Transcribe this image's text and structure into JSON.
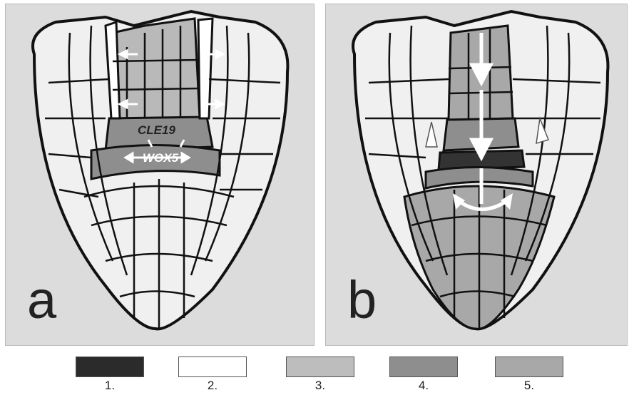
{
  "panels": [
    {
      "id": "a",
      "letter": "a"
    },
    {
      "id": "b",
      "letter": "b"
    }
  ],
  "labels": {
    "cle19": "CLE19",
    "wox5": "WOX5"
  },
  "legend": [
    {
      "number": "1.",
      "color": "#2b2b2b"
    },
    {
      "number": "2.",
      "color": "#ffffff"
    },
    {
      "number": "3.",
      "color": "#bdbdbd"
    },
    {
      "number": "4.",
      "color": "#8e8e8e"
    },
    {
      "number": "5.",
      "color": "#a8a8a8"
    }
  ],
  "colors": {
    "panel_background": "#dcdcdc",
    "cell_fill": "#f0f0f0",
    "cell_outline": "#111111",
    "stipple": "#b9b9b9",
    "dark_band": "#333333"
  },
  "icons": [
    "arrow-icon",
    "curved-arrow-icon"
  ]
}
